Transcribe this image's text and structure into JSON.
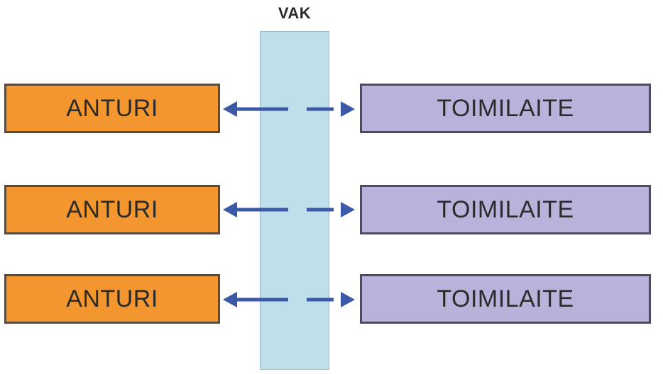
{
  "diagram": {
    "bus": {
      "label": "VAK"
    },
    "rows": [
      {
        "sensor": "ANTURI",
        "actuator": "TOIMILAITE"
      },
      {
        "sensor": "ANTURI",
        "actuator": "TOIMILAITE"
      },
      {
        "sensor": "ANTURI",
        "actuator": "TOIMILAITE"
      }
    ],
    "colors": {
      "sensor": "#f3962f",
      "actuator": "#b9b3dc",
      "bus": "#bfe0ea",
      "arrow": "#3c59a8"
    }
  }
}
